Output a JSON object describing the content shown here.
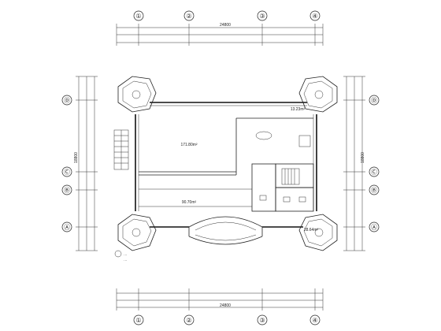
{
  "grid_axes": {
    "vertical": [
      "①",
      "②",
      "③",
      "④"
    ],
    "horizontal": [
      "Ⓐ",
      "Ⓑ",
      "Ⓒ",
      "Ⓓ"
    ]
  },
  "dimensions": {
    "top_total": "24800",
    "bottom_total": "24800",
    "left_total": "18800",
    "right_total": "18800"
  },
  "room_labels": {
    "hall_area": "171.80m²",
    "mid_area": "90.70m²",
    "upper_right_area": "13.23m²",
    "lower_right_area": "28.64m²"
  },
  "footnote": {
    "line1": "…",
    "line2": "…"
  }
}
